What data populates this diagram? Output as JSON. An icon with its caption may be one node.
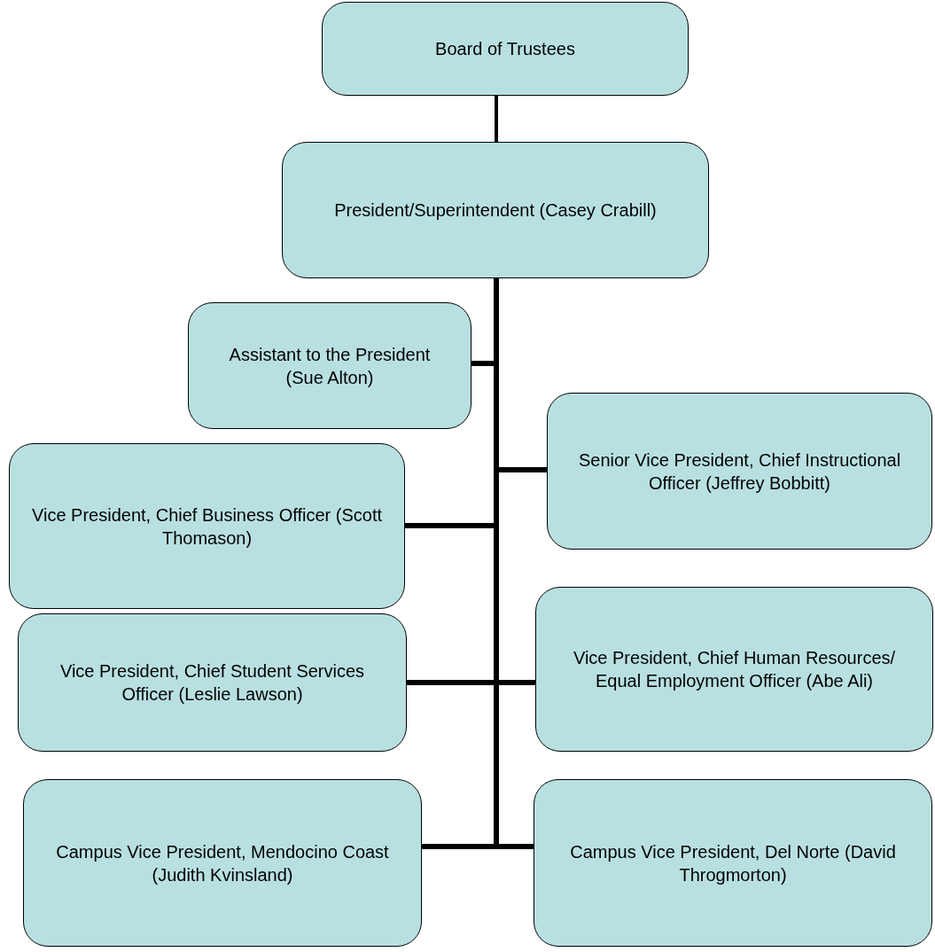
{
  "diagram": {
    "nodes": [
      {
        "text": [
          "Board of Trustees"
        ]
      },
      {
        "text": [
          "President/Superintendent (Casey Crabill)"
        ]
      },
      {
        "text": [
          "Assistant to the President (Sue Alton)"
        ]
      },
      {
        "text": [
          "Senior Vice President, Chief Instructional Officer (Jeffrey Bobbitt)"
        ]
      },
      {
        "text": [
          "Vice President, Chief Business Officer (Scott Thomason)"
        ]
      },
      {
        "text": [
          "Vice President, Chief Human Resources/ Equal Employment Officer (Abe Ali)"
        ]
      },
      {
        "text": [
          "Vice President, Chief Student Services Officer (Leslie Lawson)"
        ]
      },
      {
        "text": [
          "Campus Vice President, Mendocino Coast (Judith Kvinsland)"
        ]
      },
      {
        "text": [
          "Campus Vice President, Del Norte (David Throgmorton)"
        ]
      }
    ],
    "edges": [
      {
        "from": 0,
        "to": 1,
        "arrow": "none"
      },
      {
        "from": 1,
        "to": 2,
        "arrow": "none"
      },
      {
        "from": 1,
        "to": 3,
        "arrow": "none"
      },
      {
        "from": 1,
        "to": 4,
        "arrow": "none"
      },
      {
        "from": 1,
        "to": 5,
        "arrow": "none"
      },
      {
        "from": 1,
        "to": 6,
        "arrow": "none"
      },
      {
        "from": 1,
        "to": 7,
        "arrow": "none"
      },
      {
        "from": 1,
        "to": 8,
        "arrow": "none"
      }
    ]
  }
}
